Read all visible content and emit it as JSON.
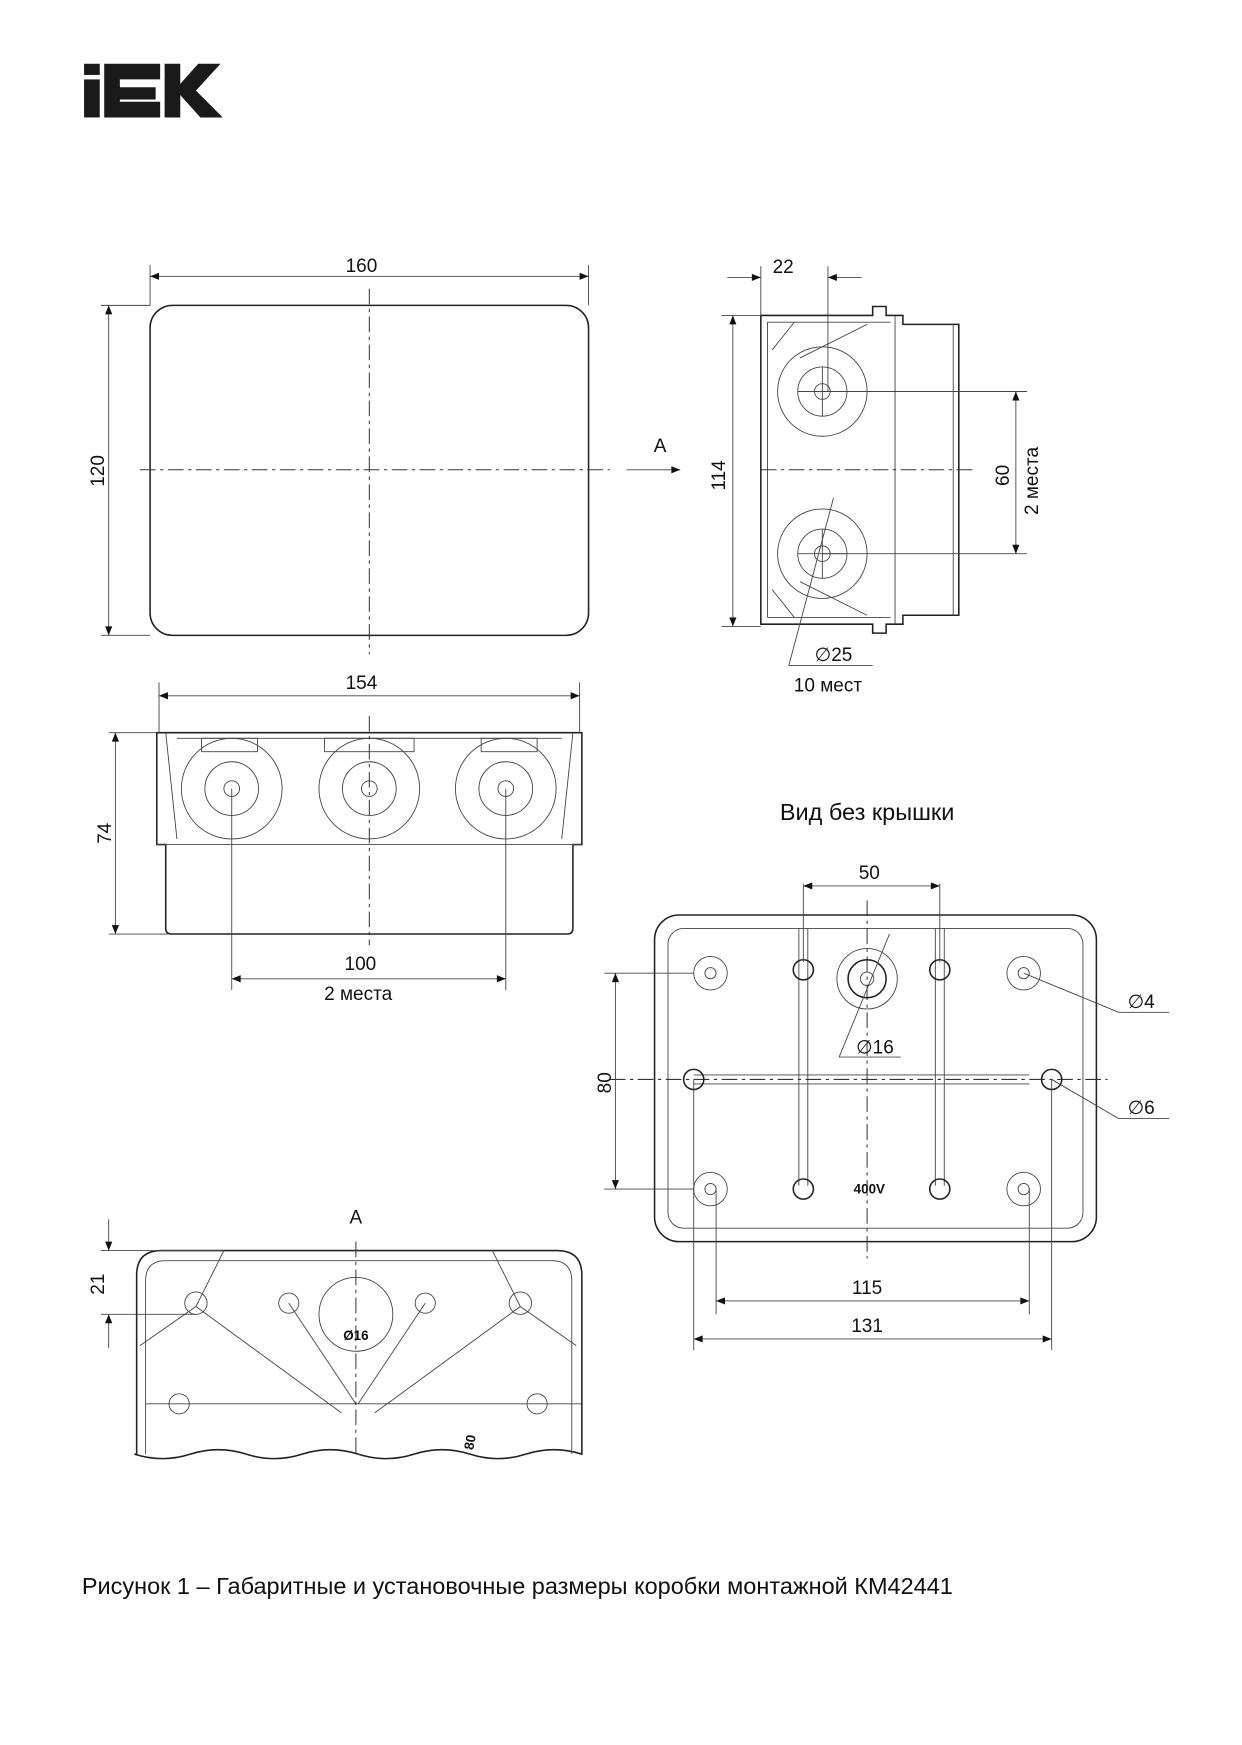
{
  "logo": {
    "text": "IEK",
    "color": "#1a1a1a"
  },
  "top_view": {
    "width_dim": "160",
    "height_dim": "120",
    "view_arrow": "A"
  },
  "side_view": {
    "depth_dim": "22",
    "height_dim": "114",
    "spacing_dim": "60",
    "spacing_note": "2 места",
    "hole_dim": "∅25",
    "hole_note": "10 мест"
  },
  "front_view": {
    "width_dim": "154",
    "height_dim": "74",
    "spacing_dim": "100",
    "spacing_note": "2 места"
  },
  "bottom_view": {
    "title": "Вид без крышки",
    "dim_50": "50",
    "dim_80": "80",
    "dim_115": "115",
    "dim_131": "131",
    "hole_4": "∅4",
    "hole_6": "∅6",
    "hole_16": "∅16",
    "marking": "400V"
  },
  "view_a": {
    "label": "A",
    "height_dim": "21",
    "hole_dim": "Ø16",
    "side_mark": "80"
  },
  "caption": "Рисунок 1 – Габаритные и установочные размеры коробки монтажной КМ42441"
}
